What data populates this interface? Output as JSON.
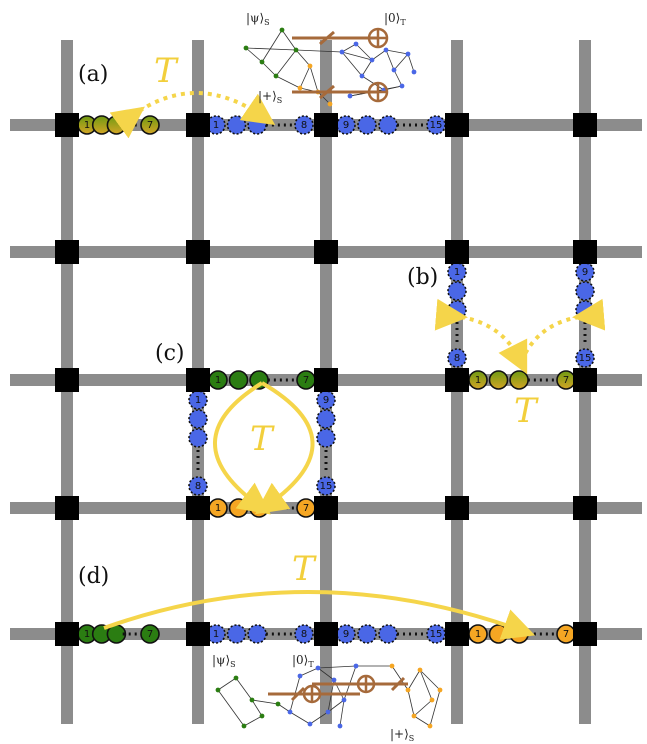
{
  "panels": {
    "a": "(a)",
    "b": "(b)",
    "c": "(c)",
    "d": "(d)"
  },
  "teleport_label": "T",
  "chain_numbers": {
    "first": "1",
    "seventh": "7",
    "eighth": "8",
    "ninth": "9",
    "fifteenth": "15"
  },
  "insets": {
    "top": {
      "psi": "|ψ⟩",
      "psi_sub": "S",
      "zero": "|0⟩",
      "zero_sub": "T",
      "plus": "|+⟩",
      "plus_sub": "S"
    },
    "bottom": {
      "psi": "|ψ⟩",
      "psi_sub": "S",
      "zero": "|0⟩",
      "zero_sub": "T",
      "plus": "|+⟩",
      "plus_sub": "S"
    }
  },
  "colors": {
    "grid": "#8c8c8c",
    "node": "#000000",
    "blue": "#4a67e6",
    "green": "#2b7d12",
    "orange": "#f5a623",
    "olive_top": "#7a9a10",
    "olive_bottom": "#c9a22a",
    "arrow": "#f5d54a",
    "brown": "#a66a3b"
  }
}
